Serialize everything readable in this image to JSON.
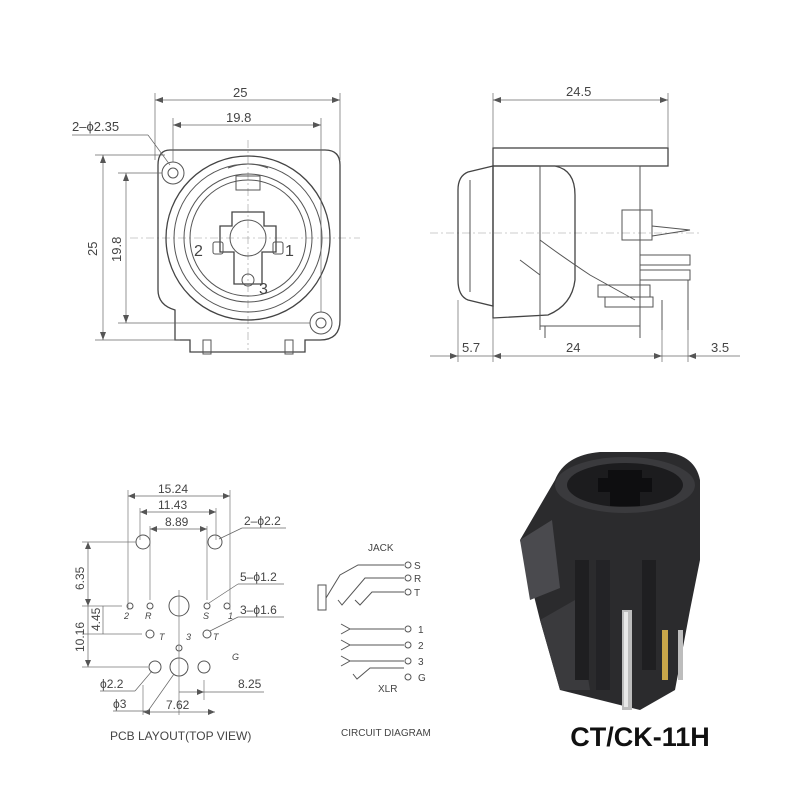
{
  "front_view": {
    "dim_width_outer": "25",
    "dim_width_inner": "19.8",
    "dim_height_outer": "25",
    "dim_height_inner": "19.8",
    "hole_callout": "2–ϕ2.35",
    "pin_2": "2",
    "pin_1": "1",
    "pin_3": "3"
  },
  "side_view": {
    "dim_depth": "24.5",
    "dim_front": "5.7",
    "dim_body": "24",
    "dim_pin": "3.5"
  },
  "pcb_layout": {
    "dim_15_24": "15.24",
    "dim_11_43": "11.43",
    "dim_8_89": "8.89",
    "dim_6_35": "6.35",
    "dim_4_45": "4.45",
    "dim_10_16": "10.16",
    "dim_8_25": "8.25",
    "dim_7_62": "7.62",
    "dim_phi_2_2": "ϕ2.2",
    "dim_phi_3": "ϕ3",
    "callout_2_phi_2_2": "2–ϕ2.2",
    "callout_5_phi_1_2": "5–ϕ1.2",
    "callout_3_phi_1_6": "3–ϕ1.6",
    "hole_labels": [
      "2",
      "R",
      "S",
      "1",
      "T",
      "3",
      "T",
      "G"
    ],
    "caption": "PCB LAYOUT(TOP VIEW)"
  },
  "circuit": {
    "jack_label": "JACK",
    "jack_terminals": [
      "S",
      "R",
      "T"
    ],
    "xlr_terminals": [
      "1",
      "2",
      "3",
      "G"
    ],
    "xlr_label": "XLR",
    "caption": "CIRCUIT DIAGRAM"
  },
  "model": {
    "name": "CT/CK-11H"
  }
}
